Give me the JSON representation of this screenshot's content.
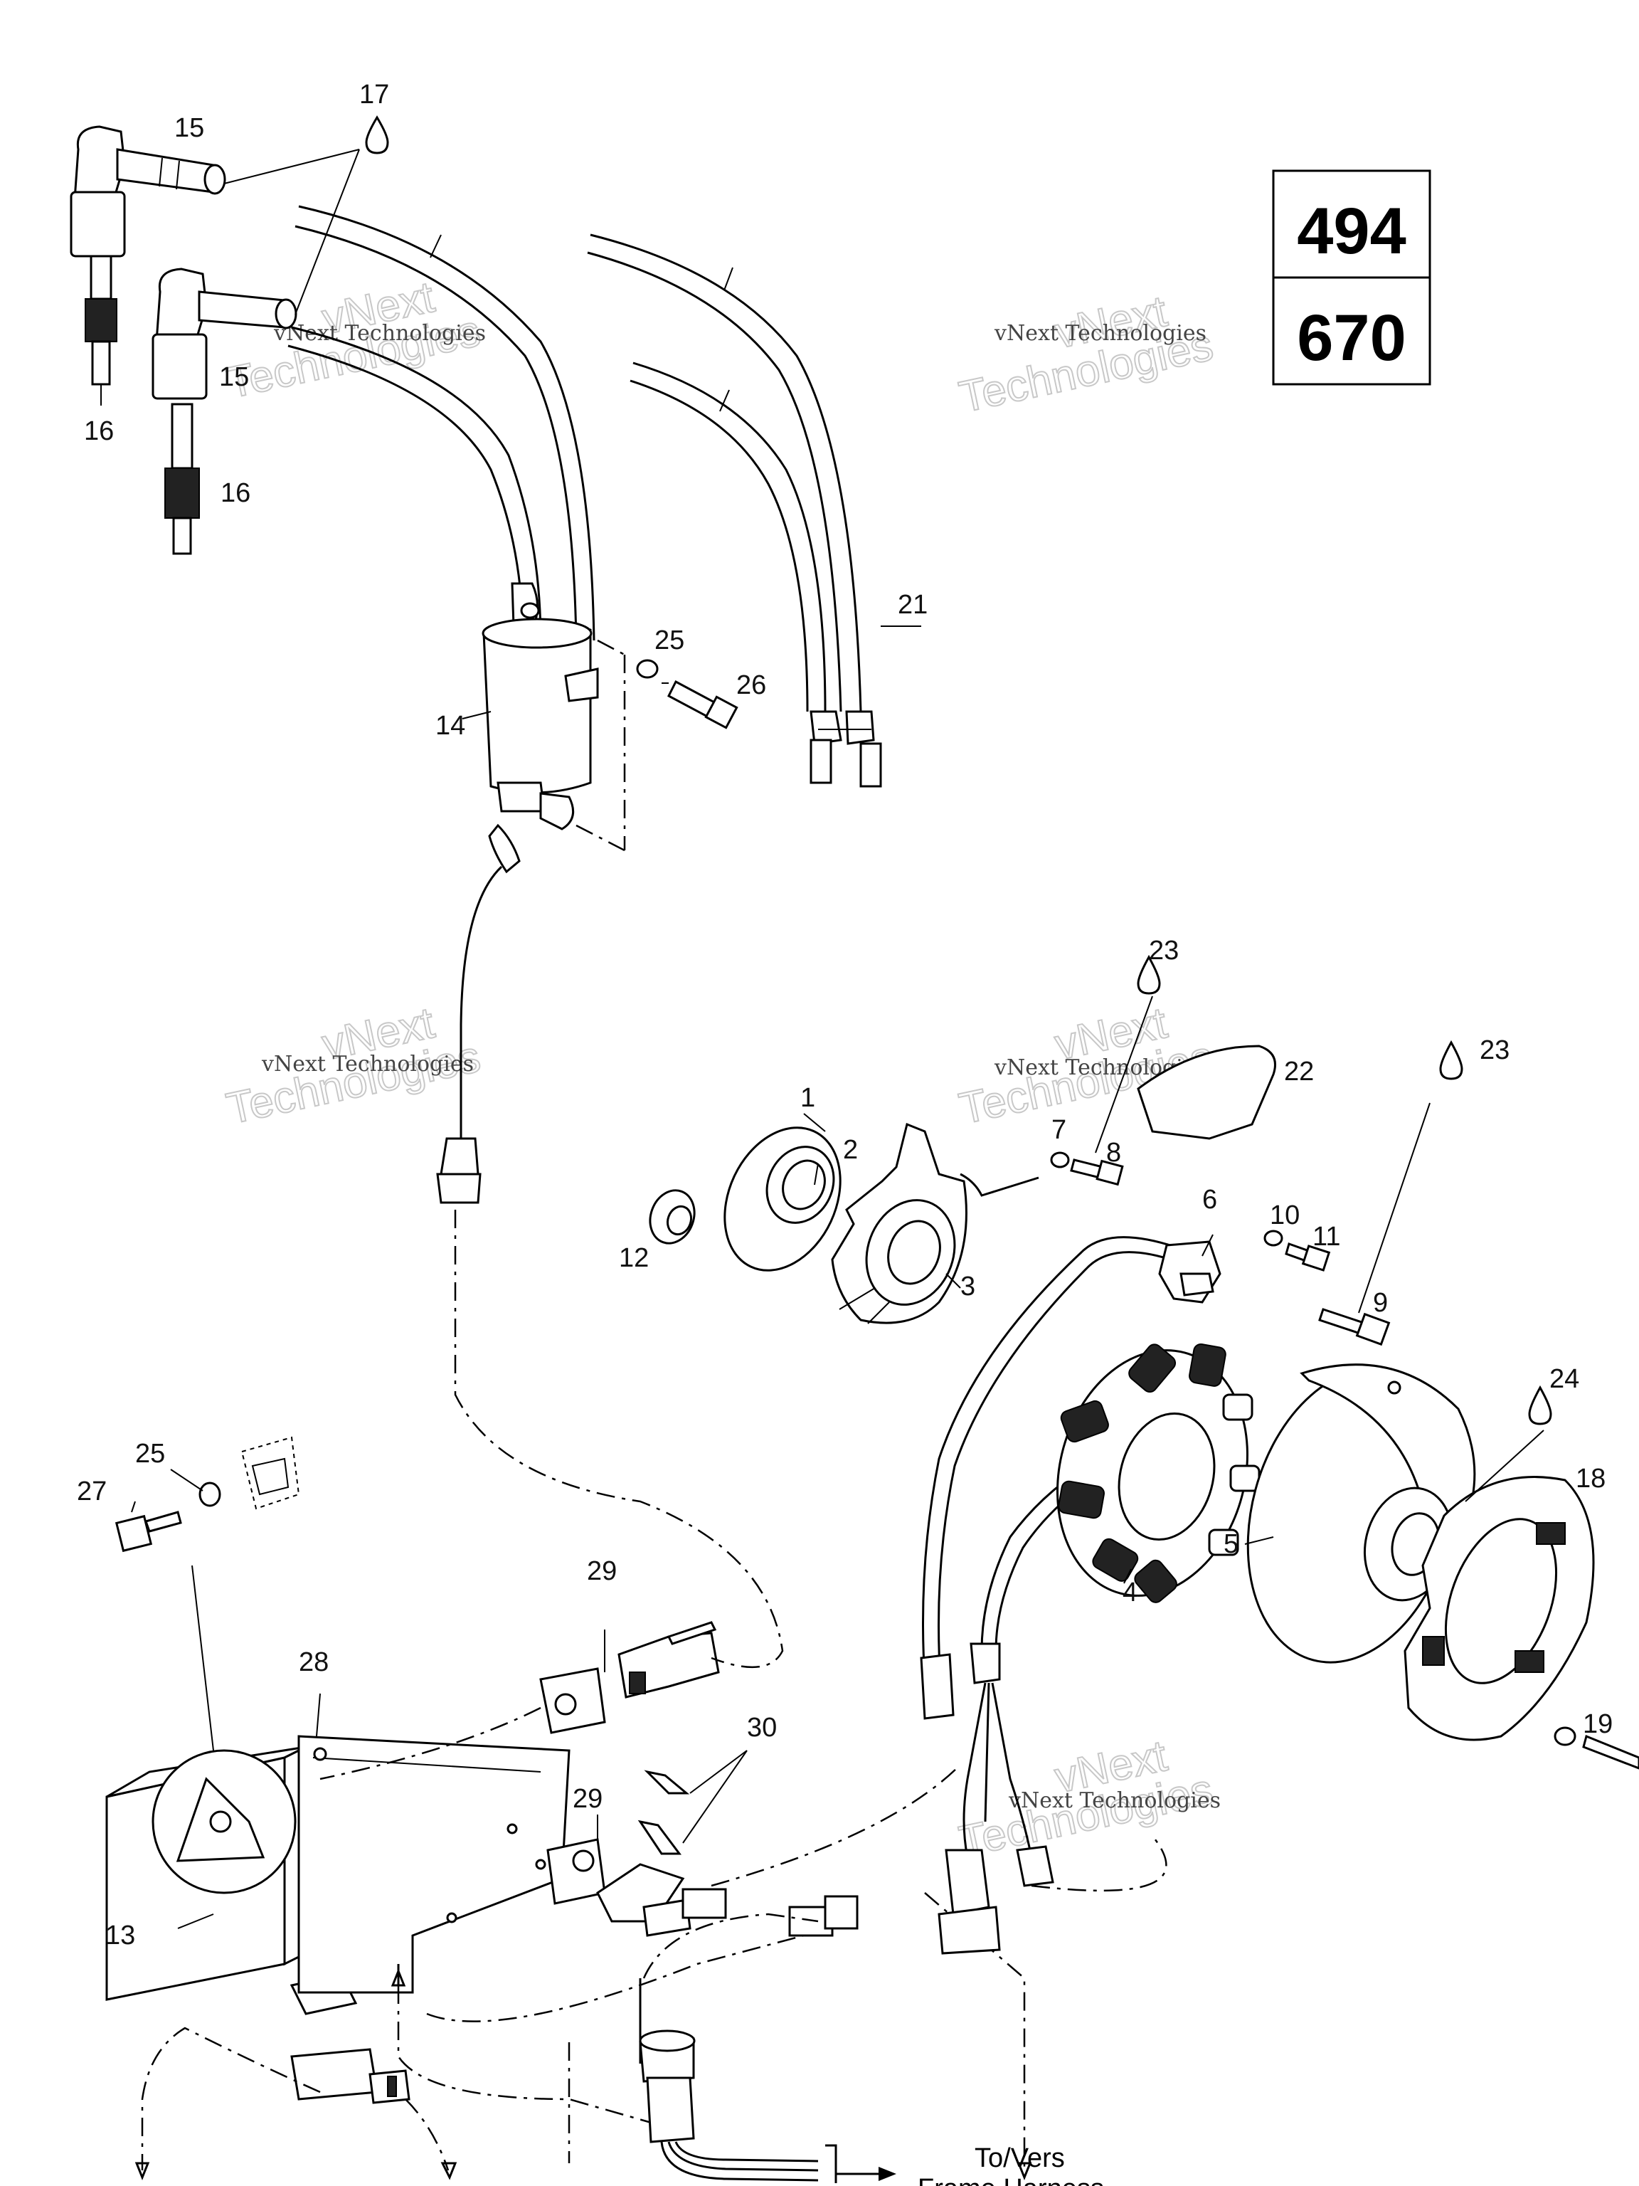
{
  "model_box": {
    "line1": "494",
    "line2": "670"
  },
  "watermark": {
    "line1": "vNext",
    "line2": "Technologies",
    "caption": "vNext Technologies"
  },
  "destination": {
    "line1": "To/Vers",
    "line2": "Frame Harness"
  },
  "callouts": [
    {
      "id": "c1",
      "label": "1"
    },
    {
      "id": "c2",
      "label": "2"
    },
    {
      "id": "c3",
      "label": "3"
    },
    {
      "id": "c4",
      "label": "4"
    },
    {
      "id": "c5",
      "label": "5"
    },
    {
      "id": "c6",
      "label": "6"
    },
    {
      "id": "c7",
      "label": "7"
    },
    {
      "id": "c8",
      "label": "8"
    },
    {
      "id": "c9",
      "label": "9"
    },
    {
      "id": "c10",
      "label": "10"
    },
    {
      "id": "c11",
      "label": "11"
    },
    {
      "id": "c12",
      "label": "12"
    },
    {
      "id": "c13",
      "label": "13"
    },
    {
      "id": "c14",
      "label": "14"
    },
    {
      "id": "c15a",
      "label": "15"
    },
    {
      "id": "c15b",
      "label": "15"
    },
    {
      "id": "c16a",
      "label": "16"
    },
    {
      "id": "c16b",
      "label": "16"
    },
    {
      "id": "c17",
      "label": "17"
    },
    {
      "id": "c18",
      "label": "18"
    },
    {
      "id": "c19",
      "label": "19"
    },
    {
      "id": "c21",
      "label": "21"
    },
    {
      "id": "c22",
      "label": "22"
    },
    {
      "id": "c23a",
      "label": "23"
    },
    {
      "id": "c23b",
      "label": "23"
    },
    {
      "id": "c24",
      "label": "24"
    },
    {
      "id": "c25a",
      "label": "25"
    },
    {
      "id": "c25b",
      "label": "25"
    },
    {
      "id": "c26",
      "label": "26"
    },
    {
      "id": "c27",
      "label": "27"
    },
    {
      "id": "c28",
      "label": "28"
    },
    {
      "id": "c29a",
      "label": "29"
    },
    {
      "id": "c29b",
      "label": "29"
    },
    {
      "id": "c30",
      "label": "30"
    }
  ]
}
